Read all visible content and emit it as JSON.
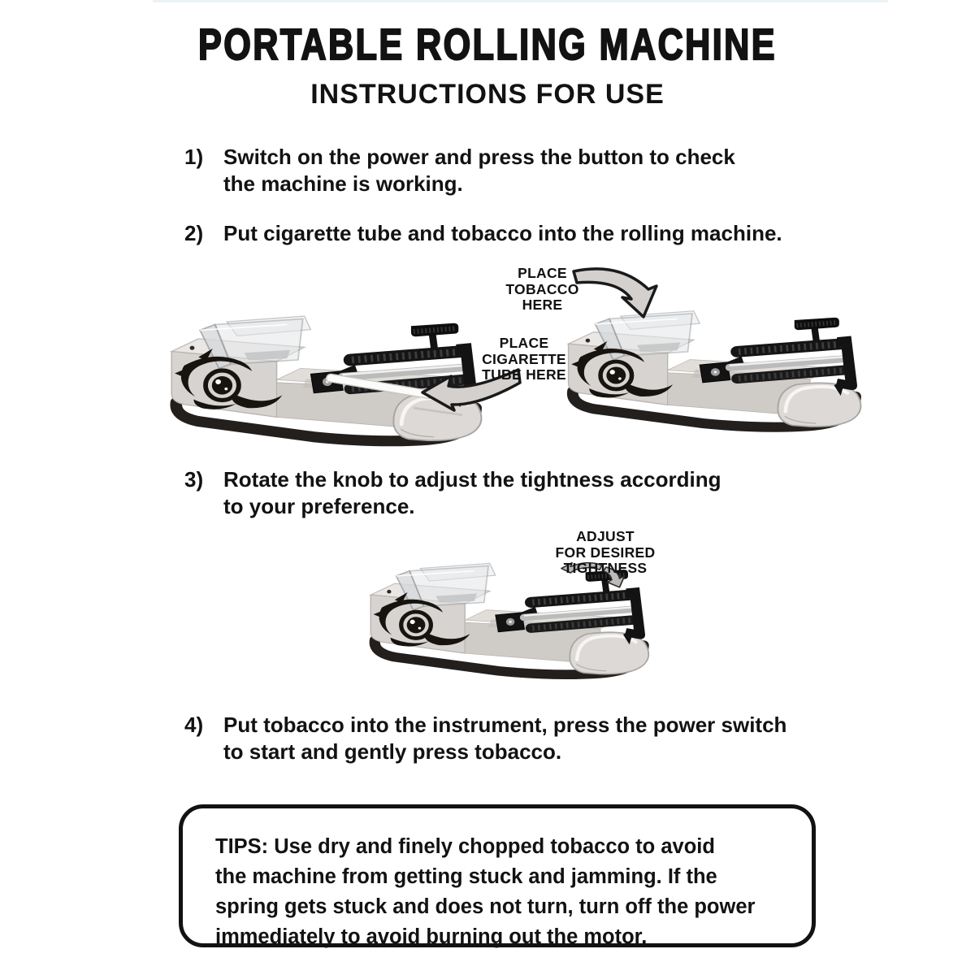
{
  "header": {
    "title": "PORTABLE ROLLING MACHINE",
    "subtitle": "INSTRUCTIONS FOR USE"
  },
  "steps": [
    {
      "num": "1)",
      "text": "Switch on the power and press the button to check\nthe machine is working."
    },
    {
      "num": "2)",
      "text": "Put cigarette tube and tobacco into the rolling machine."
    },
    {
      "num": "3)",
      "text": "Rotate the knob to adjust the tightness according\nto your preference."
    },
    {
      "num": "4)",
      "text": "Put tobacco into the instrument, press the power switch\nto start and gently press tobacco."
    }
  ],
  "figure_step2": {
    "callout_tobacco": "PLACE\nTOBACCO\nHERE",
    "callout_cigarette": "PLACE\nCIGARETTE\nTUBE HERE"
  },
  "figure_step3": {
    "callout_adjust": "ADJUST\nFOR DESIRED\nTIGHTNESS"
  },
  "tips": {
    "text": "TIPS: Use dry and finely chopped tobacco to avoid\nthe machine from getting stuck and jamming. If the\nspring gets stuck and does not turn, turn off the power\nimmediately to avoid burning out the motor."
  },
  "colors": {
    "text": "#121212",
    "background": "#ffffff",
    "machine_body": "#d7d3d0",
    "machine_dark": "#141414",
    "arrow_fill": "#d3d0cd",
    "tips_border": "#121212"
  }
}
